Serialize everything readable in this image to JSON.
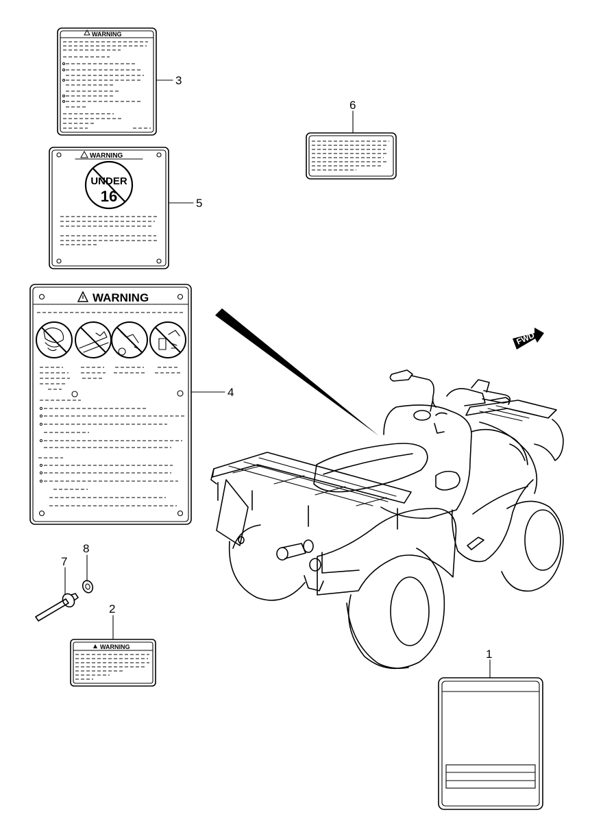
{
  "labels": {
    "warning_text": "WARNING",
    "under_text": "UNDER",
    "age_text": "16",
    "fwd_text": "FWD"
  },
  "callouts": [
    {
      "id": "1",
      "text": "1"
    },
    {
      "id": "2",
      "text": "2"
    },
    {
      "id": "3",
      "text": "3"
    },
    {
      "id": "4",
      "text": "4"
    },
    {
      "id": "5",
      "text": "5"
    },
    {
      "id": "6",
      "text": "6"
    },
    {
      "id": "7",
      "text": "7"
    },
    {
      "id": "8",
      "text": "8"
    }
  ]
}
